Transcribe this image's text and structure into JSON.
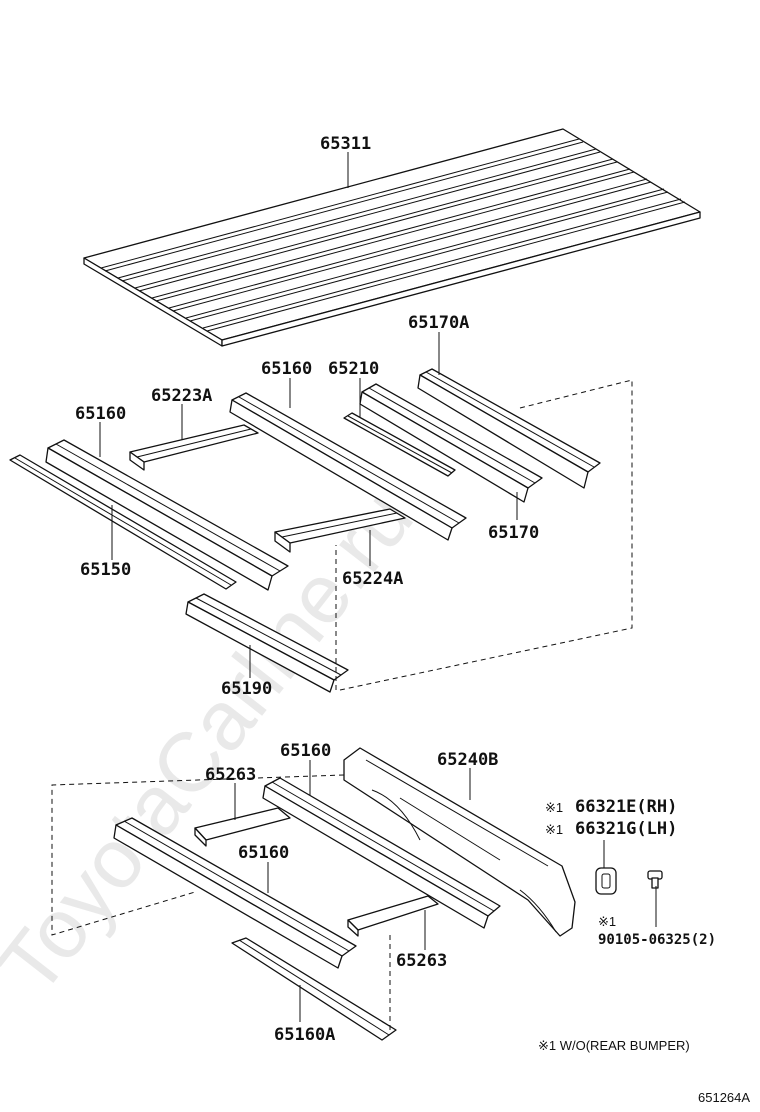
{
  "watermark": "ToyotaCarline.ru",
  "parts": {
    "p65311": "65311",
    "p65170A": "65170A",
    "p65160_mid": "65160",
    "p65210": "65210",
    "p65223A": "65223A",
    "p65160_left": "65160",
    "p65150": "65150",
    "p65170": "65170",
    "p65224A": "65224A",
    "p65190": "65190",
    "p65160_low1": "65160",
    "p65240B": "65240B",
    "p65263_a": "65263",
    "p66321E": "66321E(RH)",
    "p66321G": "66321G(LH)",
    "p65160_low2": "65160",
    "p90105": "90105-06325(2)",
    "p65263_b": "65263",
    "p65160A": "65160A"
  },
  "marks": {
    "m1_a": "※1",
    "m1_b": "※1",
    "m1_c": "※1"
  },
  "footnote": "※1 W/O(REAR BUMPER)",
  "diagram_id": "651264A"
}
